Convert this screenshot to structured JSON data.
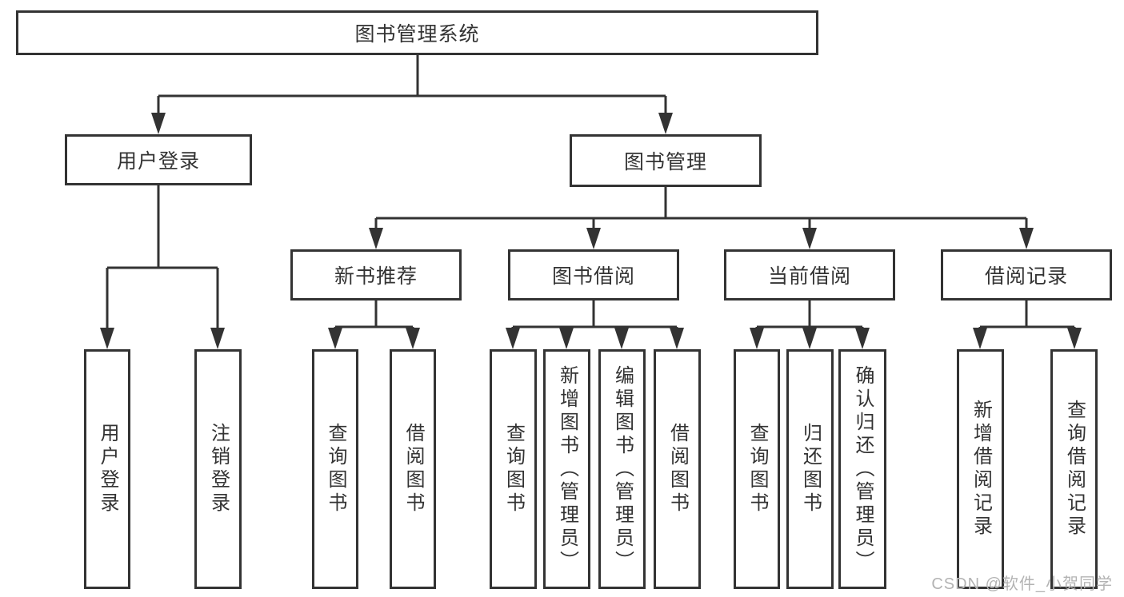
{
  "tree": {
    "root": {
      "label": "图书管理系统"
    },
    "branches": [
      {
        "label": "用户登录",
        "children": [
          {
            "label": "用户登录"
          },
          {
            "label": "注销登录"
          }
        ]
      },
      {
        "label": "图书管理",
        "children": [
          {
            "label": "新书推荐",
            "children": [
              {
                "label": "查询图书"
              },
              {
                "label": "借阅图书"
              }
            ]
          },
          {
            "label": "图书借阅",
            "children": [
              {
                "label": "查询图书"
              },
              {
                "label": "新增图书（管理员）"
              },
              {
                "label": "编辑图书（管理员）"
              },
              {
                "label": "借阅图书"
              }
            ]
          },
          {
            "label": "当前借阅",
            "children": [
              {
                "label": "查询图书"
              },
              {
                "label": "归还图书"
              },
              {
                "label": "确认归还（管理员）"
              }
            ]
          },
          {
            "label": "借阅记录",
            "children": [
              {
                "label": "新增借阅记录"
              },
              {
                "label": "查询借阅记录"
              }
            ]
          }
        ]
      }
    ]
  },
  "watermark": "CSDN @软件_小贺同学",
  "colors": {
    "line": "#333333",
    "box_border": "#333333",
    "text": "#333333",
    "watermark": "#b3b3b3",
    "background": "#ffffff"
  }
}
